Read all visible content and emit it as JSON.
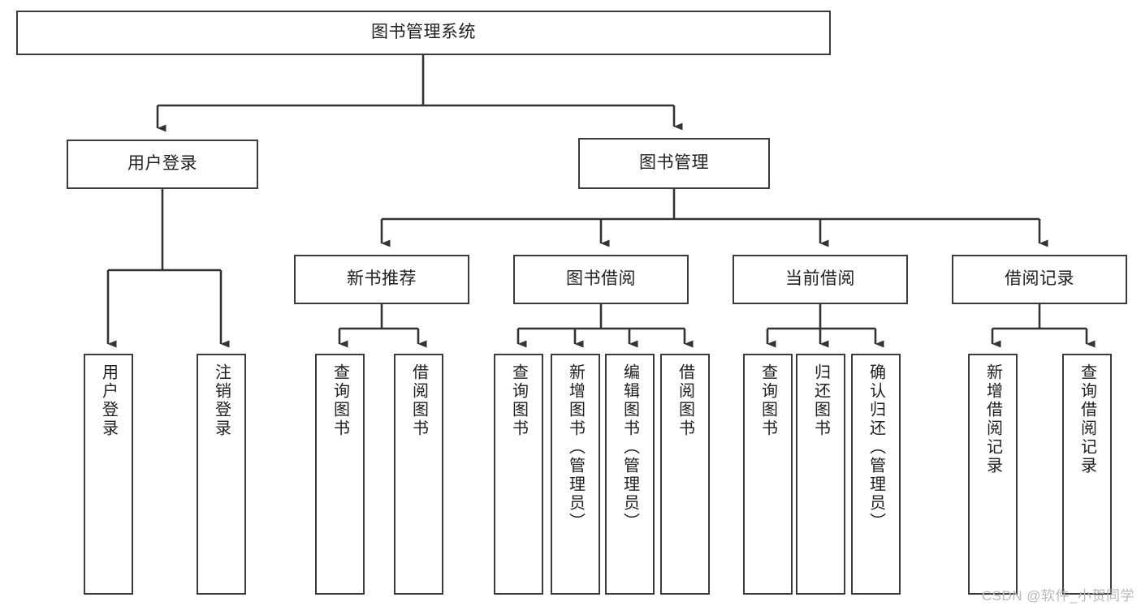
{
  "diagram": {
    "type": "tree-hierarchy",
    "title": "图书管理系统",
    "root": {
      "id": "system-root",
      "label": "图书管理系统"
    },
    "level2": [
      {
        "id": "user-login",
        "label": "用户登录"
      },
      {
        "id": "book-management",
        "label": "图书管理"
      }
    ],
    "level3": [
      {
        "id": "new-book-recommend",
        "label": "新书推荐",
        "parent": "book-management"
      },
      {
        "id": "book-borrow",
        "label": "图书借阅",
        "parent": "book-management"
      },
      {
        "id": "current-borrow",
        "label": "当前借阅",
        "parent": "book-management"
      },
      {
        "id": "borrow-record",
        "label": "借阅记录",
        "parent": "book-management"
      }
    ],
    "leaves": [
      {
        "id": "leaf-user-login",
        "label": "用户登录",
        "parent": "user-login"
      },
      {
        "id": "leaf-logout-login",
        "label": "注销登录",
        "parent": "user-login"
      },
      {
        "id": "leaf-query-book-1",
        "label": "查询图书",
        "parent": "new-book-recommend"
      },
      {
        "id": "leaf-borrow-book-1",
        "label": "借阅图书",
        "parent": "new-book-recommend"
      },
      {
        "id": "leaf-query-book-2",
        "label": "查询图书",
        "parent": "book-borrow"
      },
      {
        "id": "leaf-add-book",
        "label": "新增图书（管理员）",
        "parent": "book-borrow"
      },
      {
        "id": "leaf-edit-book",
        "label": "编辑图书（管理员）",
        "parent": "book-borrow"
      },
      {
        "id": "leaf-borrow-book-2",
        "label": "借阅图书",
        "parent": "book-borrow"
      },
      {
        "id": "leaf-query-book-3",
        "label": "查询图书",
        "parent": "current-borrow"
      },
      {
        "id": "leaf-return-book",
        "label": "归还图书",
        "parent": "current-borrow"
      },
      {
        "id": "leaf-confirm-return",
        "label": "确认归还（管理员）",
        "parent": "current-borrow"
      },
      {
        "id": "leaf-add-record",
        "label": "新增借阅记录",
        "parent": "borrow-record"
      },
      {
        "id": "leaf-query-record",
        "label": "查询借阅记录",
        "parent": "borrow-record"
      }
    ],
    "watermark": "CSDN @软件_小贺同学",
    "colors": {
      "border": "#3b3b3b",
      "text": "#1f1f1f",
      "background": "#ffffff",
      "connector": "#333333",
      "watermark": "#b9b9b9"
    }
  }
}
